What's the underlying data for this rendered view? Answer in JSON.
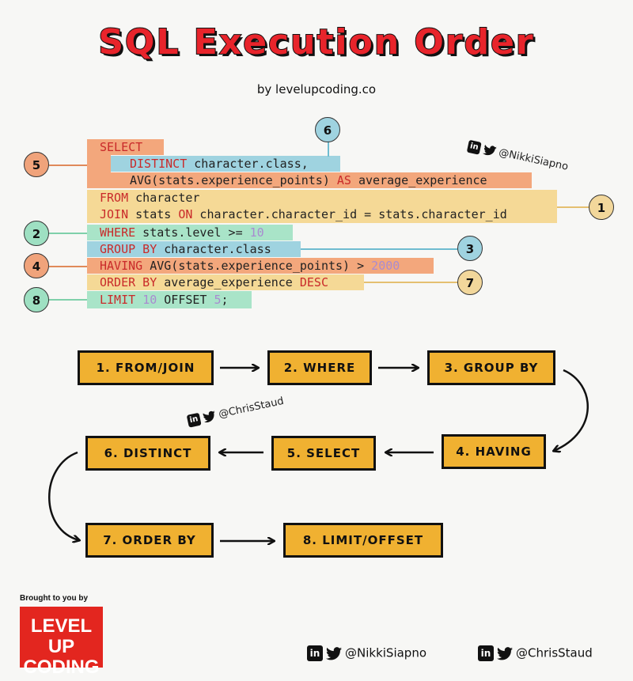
{
  "title": "SQL Execution Order",
  "byline": "by levelupcoding.co",
  "code_lines": {
    "l1": {
      "kw": "SELECT"
    },
    "l2": {
      "kw": "DISTINCT",
      "rest": " character.class,"
    },
    "l3": {
      "a": "AVG(stats.experience_points) ",
      "kw": "AS",
      "b": " average_experience"
    },
    "l4": {
      "kw": "FROM",
      "rest": " character"
    },
    "l5": {
      "kw1": "JOIN",
      "a": " stats ",
      "kw2": "ON",
      "b": " character.character_id = stats.character_id"
    },
    "l6": {
      "kw": "WHERE",
      "a": " stats.level >= ",
      "num": "10"
    },
    "l7": {
      "kw": "GROUP BY",
      "rest": " character.class"
    },
    "l8": {
      "kw": "HAVING",
      "a": " AVG(stats.experience_points) > ",
      "num": "2000"
    },
    "l9": {
      "kw": "ORDER BY",
      "a": " average_experience ",
      "kw2": "DESC"
    },
    "l10": {
      "kw": "LIMIT",
      "a": " ",
      "num": "10",
      "b": " OFFSET ",
      "num2": "5",
      "c": ";"
    }
  },
  "badges": {
    "b1": "1",
    "b2": "2",
    "b3": "3",
    "b4": "4",
    "b5": "5",
    "b6": "6",
    "b7": "7",
    "b8": "8"
  },
  "badge_colors": {
    "orange": "#f0a37b",
    "green": "#9ee0c2",
    "blue": "#9fd3e0",
    "yellow": "#f2d79b"
  },
  "highlight_colors": {
    "select": "#f3a77c",
    "distinct": "#9fd3e0",
    "from": "#f5d996",
    "where": "#a9e4c8",
    "groupby": "#9fd3e0",
    "having": "#f3a77c",
    "orderby": "#f5d996",
    "limit": "#a9e4c8"
  },
  "steps": {
    "s1": "1. FROM/JOIN",
    "s2": "2. WHERE",
    "s3": "3. GROUP BY",
    "s4": "4. HAVING",
    "s5": "5. SELECT",
    "s6": "6. DISTINCT",
    "s7": "7. ORDER BY",
    "s8": "8. LIMIT/OFFSET"
  },
  "step_color": "#f0b131",
  "watermark1": "@NikkiSiapno",
  "watermark2": "@ChrisStaud",
  "footer": {
    "brought": "Brought to you by",
    "logo_line1": "LEVEL UP",
    "logo_line2": "CODING",
    "social1": "@NikkiSiapno",
    "social2": "@ChrisStaud",
    "linkedin_glyph": "in",
    "icons": [
      "linkedin-icon",
      "twitter-icon"
    ]
  }
}
